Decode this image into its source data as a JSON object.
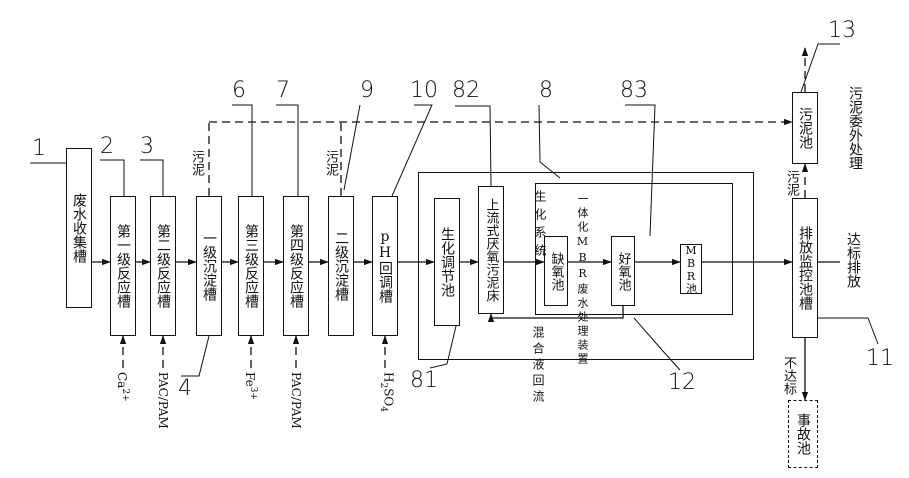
{
  "diagram": {
    "boxes": {
      "waste": "废水收集槽",
      "r1": "第一级反应槽",
      "r2": "第二级反应槽",
      "s1": "一级沉淀槽",
      "r3": "第三级反应槽",
      "r4": "第四级反应槽",
      "s2": "二级沉淀槽",
      "ph": "pH回调槽",
      "adj": "生化调节池",
      "uasb": "上流式厌氧污泥床",
      "anox": "缺氧池",
      "aer": "好氧池",
      "mbr_tank": "MBR池",
      "discharge": "排放监控池槽",
      "sludge": "污泥池",
      "accident": "事故池"
    },
    "group_labels": {
      "biochem_system": "生化系统",
      "mbr_unit": "一体化MBR废水处理装置"
    },
    "flow_labels": {
      "sludge_a": "污泥",
      "sludge_b": "污泥",
      "sludge_c": "污泥",
      "sludge_outside": "污泥委外处理",
      "compliant": "达标排放",
      "noncompliant": "不达标",
      "mixed_return": "混合液回流"
    },
    "reagents": {
      "ca": {
        "base": "Ca",
        "sup": "2+"
      },
      "pac1": "PAC/PAM",
      "fe": {
        "base": "Fe",
        "sup": "3+"
      },
      "pac2": "PAC/PAM",
      "h2so4": {
        "p1": "H",
        "s1": "2",
        "p2": "SO",
        "s2": "4"
      }
    },
    "callouts": {
      "n1": "1",
      "n2": "2",
      "n3": "3",
      "n4": "4",
      "n6": "6",
      "n7": "7",
      "n8": "8",
      "n9": "9",
      "n10": "10",
      "n11": "11",
      "n12": "12",
      "n13": "13",
      "n81": "81",
      "n82": "82",
      "n83": "83"
    }
  }
}
